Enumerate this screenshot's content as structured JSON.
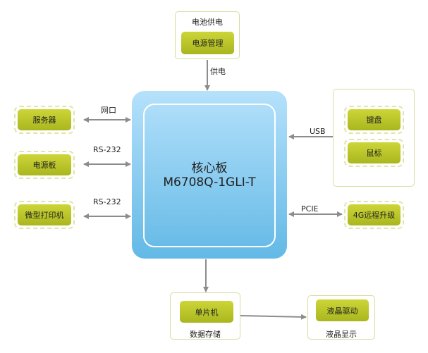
{
  "core": {
    "title": "核心板",
    "model": "M6708Q-1GLI-T"
  },
  "power": {
    "group_label": "电池供电",
    "module": "电源管理",
    "link_label": "供电"
  },
  "left": [
    {
      "module": "服务器",
      "link_label": "网口"
    },
    {
      "module": "电源板",
      "link_label": "RS-232"
    },
    {
      "module": "微型打印机",
      "link_label": "RS-232"
    }
  ],
  "right": {
    "usb_label": "USB",
    "usb_devices": [
      "键盘",
      "鼠标"
    ],
    "pcie_label": "PCIE",
    "pcie_module": "4G远程升级"
  },
  "bottom": {
    "storage": {
      "module": "单片机",
      "group_label": "数据存储"
    },
    "display": {
      "module": "液晶驱动",
      "group_label": "液晶显示"
    }
  },
  "colors": {
    "module_green": "#b8c42a",
    "core_top": "#b5e1fb",
    "core_bottom": "#63b9e6",
    "arrow": "#8c8c8c"
  }
}
